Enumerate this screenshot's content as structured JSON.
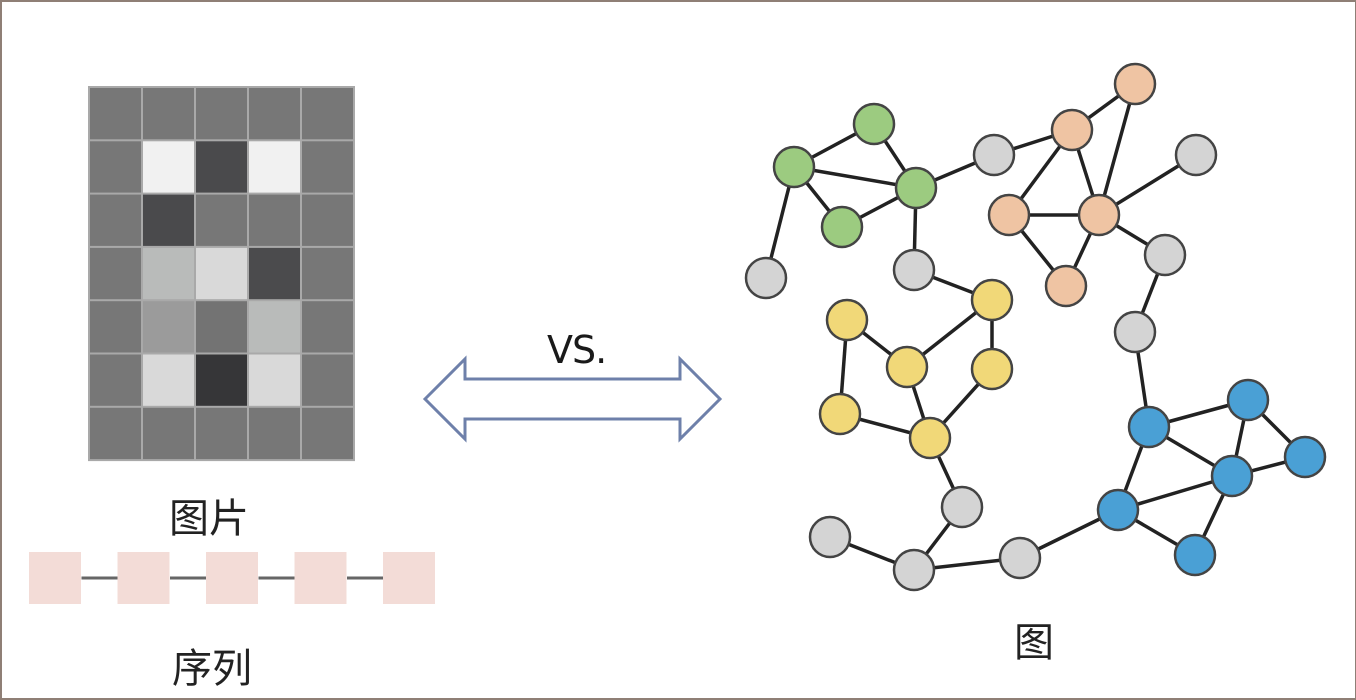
{
  "labels": {
    "image": "图片",
    "sequence": "序列",
    "graph": "图",
    "versus": "VS."
  },
  "colors": {
    "frame": "#8f7f76",
    "arrow": "#6e80aa",
    "edge": "#222222",
    "node_stroke": "#444444",
    "sequence_box": "#f3dcd7",
    "sequence_link": "#666666",
    "groups": {
      "green": "#9ccb80",
      "orange": "#efc4a3",
      "yellow": "#f1d878",
      "blue": "#4aa0d5",
      "grey": "#d4d4d4"
    }
  },
  "image_grid": {
    "rows": 7,
    "cols": 5,
    "default": "#777777",
    "cells": [
      [
        "#777777",
        "#777777",
        "#777777",
        "#777777",
        "#777777"
      ],
      [
        "#777777",
        "#f1f1f1",
        "#4a4a4c",
        "#f1f1f1",
        "#777777"
      ],
      [
        "#777777",
        "#4a4a4c",
        "#777777",
        "#777777",
        "#777777"
      ],
      [
        "#777777",
        "#b9bbba",
        "#d9d9d9",
        "#4b4b4d",
        "#777777"
      ],
      [
        "#777777",
        "#9b9b9b",
        "#737373",
        "#b9bbba",
        "#777777"
      ],
      [
        "#777777",
        "#d9d9d9",
        "#363638",
        "#d9d9d9",
        "#777777"
      ],
      [
        "#777777",
        "#777777",
        "#777777",
        "#777777",
        "#777777"
      ]
    ]
  },
  "sequence": {
    "count": 5
  },
  "graph": {
    "nodes": [
      {
        "id": "G1",
        "group": "green"
      },
      {
        "id": "G2",
        "group": "green"
      },
      {
        "id": "G3",
        "group": "green"
      },
      {
        "id": "G4",
        "group": "green"
      },
      {
        "id": "A",
        "group": "grey"
      },
      {
        "id": "B",
        "group": "grey"
      },
      {
        "id": "C",
        "group": "grey"
      },
      {
        "id": "D",
        "group": "grey"
      },
      {
        "id": "E",
        "group": "grey"
      },
      {
        "id": "F",
        "group": "grey"
      },
      {
        "id": "H",
        "group": "grey"
      },
      {
        "id": "I",
        "group": "grey"
      },
      {
        "id": "J",
        "group": "grey"
      },
      {
        "id": "K",
        "group": "grey"
      },
      {
        "id": "O1",
        "group": "orange"
      },
      {
        "id": "O2",
        "group": "orange"
      },
      {
        "id": "O3",
        "group": "orange"
      },
      {
        "id": "O4",
        "group": "orange"
      },
      {
        "id": "O5",
        "group": "orange"
      },
      {
        "id": "Y1",
        "group": "yellow"
      },
      {
        "id": "Y2",
        "group": "yellow"
      },
      {
        "id": "Y3",
        "group": "yellow"
      },
      {
        "id": "Y4",
        "group": "yellow"
      },
      {
        "id": "Y5",
        "group": "yellow"
      },
      {
        "id": "Y6",
        "group": "yellow"
      },
      {
        "id": "B1",
        "group": "blue"
      },
      {
        "id": "B2",
        "group": "blue"
      },
      {
        "id": "B3",
        "group": "blue"
      },
      {
        "id": "B4",
        "group": "blue"
      },
      {
        "id": "B5",
        "group": "blue"
      },
      {
        "id": "B6",
        "group": "blue"
      }
    ],
    "edges": [
      [
        "G1",
        "G2"
      ],
      [
        "G1",
        "G3"
      ],
      [
        "G1",
        "G4"
      ],
      [
        "G2",
        "G3"
      ],
      [
        "G4",
        "G3"
      ],
      [
        "G1",
        "A"
      ],
      [
        "G3",
        "B"
      ],
      [
        "G3",
        "C"
      ],
      [
        "B",
        "O2"
      ],
      [
        "O2",
        "O1"
      ],
      [
        "O1",
        "O4"
      ],
      [
        "O2",
        "O3"
      ],
      [
        "O2",
        "O4"
      ],
      [
        "O3",
        "O4"
      ],
      [
        "O3",
        "O5"
      ],
      [
        "O4",
        "O5"
      ],
      [
        "O4",
        "D"
      ],
      [
        "O4",
        "E"
      ],
      [
        "E",
        "F"
      ],
      [
        "F",
        "B1"
      ],
      [
        "C",
        "Y1"
      ],
      [
        "Y1",
        "Y3"
      ],
      [
        "Y1",
        "Y4"
      ],
      [
        "Y2",
        "Y3"
      ],
      [
        "Y2",
        "Y5"
      ],
      [
        "Y3",
        "Y6"
      ],
      [
        "Y5",
        "Y6"
      ],
      [
        "Y4",
        "Y6"
      ],
      [
        "Y6",
        "H"
      ],
      [
        "H",
        "J"
      ],
      [
        "I",
        "J"
      ],
      [
        "J",
        "K"
      ],
      [
        "K",
        "B5"
      ],
      [
        "B1",
        "B2"
      ],
      [
        "B1",
        "B4"
      ],
      [
        "B1",
        "B5"
      ],
      [
        "B2",
        "B4"
      ],
      [
        "B2",
        "B3"
      ],
      [
        "B3",
        "B4"
      ],
      [
        "B5",
        "B4"
      ],
      [
        "B5",
        "B6"
      ],
      [
        "B6",
        "B4"
      ]
    ]
  }
}
